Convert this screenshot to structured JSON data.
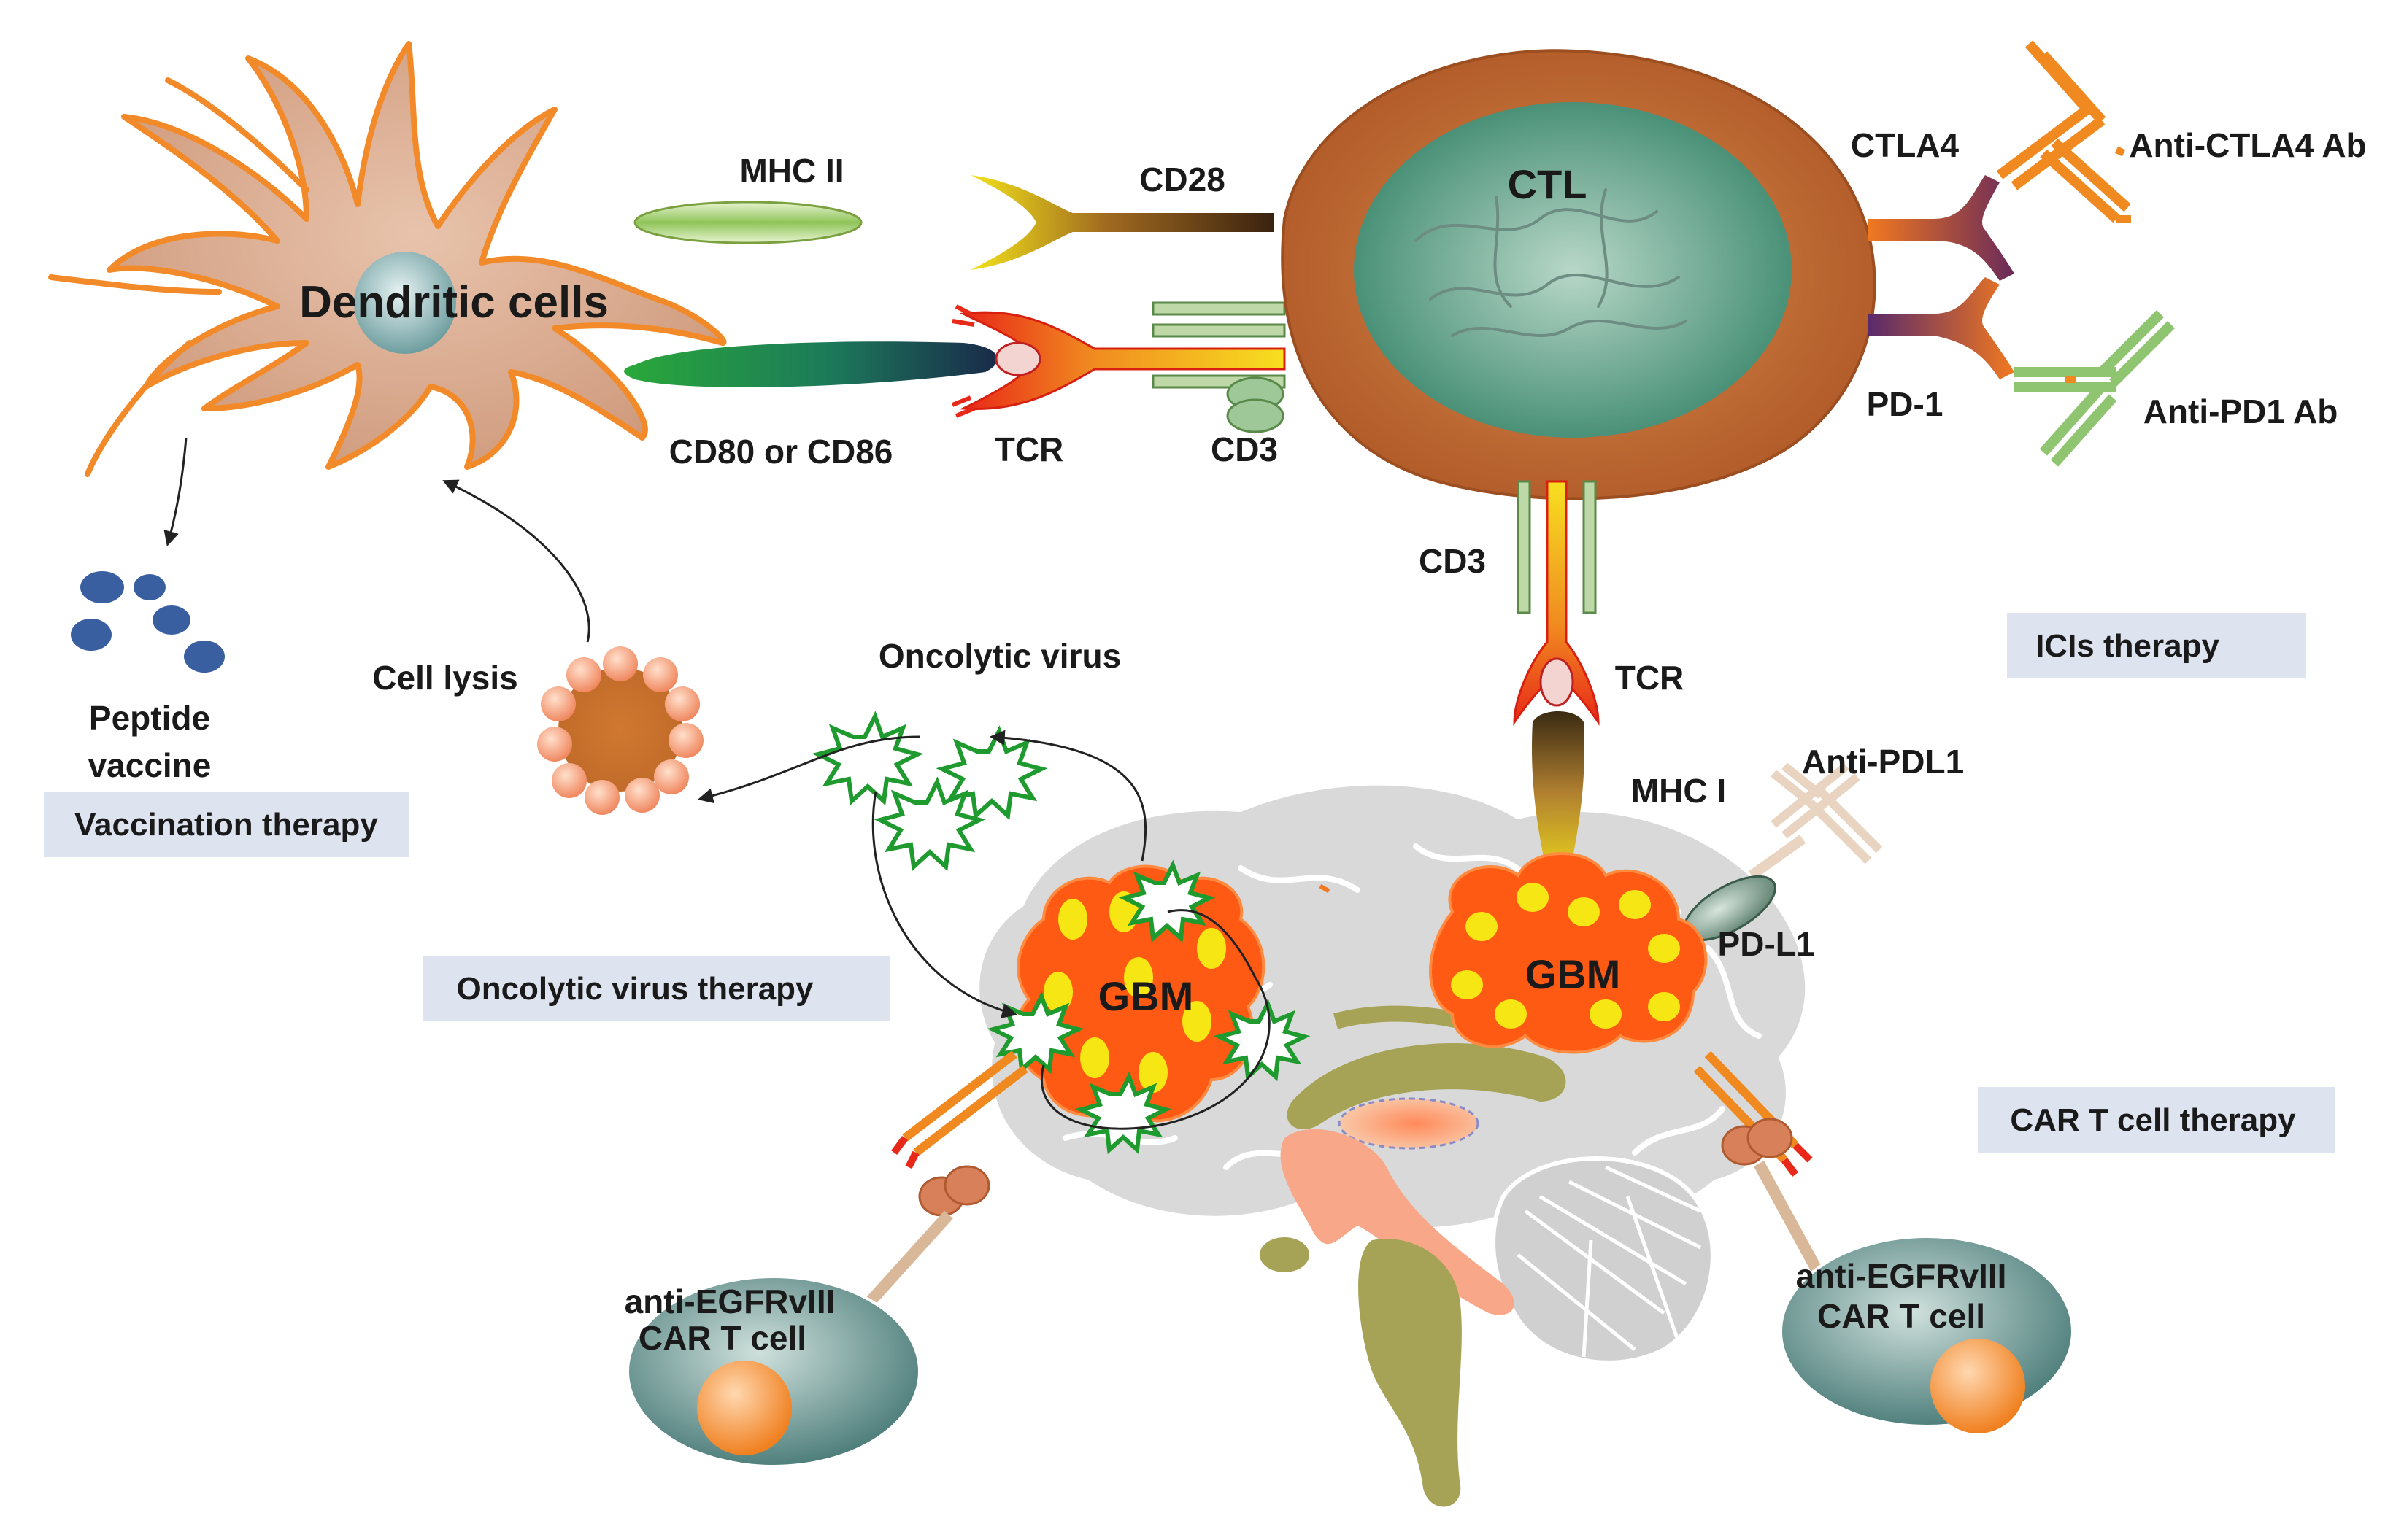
{
  "labels": {
    "dendritic_cells": "Dendritic cells",
    "mhc2": "MHC II",
    "cd28": "CD28",
    "cd80_cd86": "CD80 or CD86",
    "tcr_top": "TCR",
    "cd3_top": "CD3",
    "ctl": "CTL",
    "ctla4": "CTLA4",
    "anti_ctla4": "Anti-CTLA4 Ab",
    "pd1": "PD-1",
    "anti_pd1": "Anti-PD1 Ab",
    "cd3_side": "CD3",
    "tcr_side": "TCR",
    "mhc1": "MHC I",
    "anti_pdl1": "Anti-PDL1",
    "pdl1": "PD-L1",
    "peptide": "Peptide",
    "vaccine": "vaccine",
    "cell_lysis": "Cell lysis",
    "oncolytic_virus": "Oncolytic virus",
    "gbm_left": "GBM",
    "gbm_right": "GBM",
    "car_left_1": "anti-EGFRvIII",
    "car_left_2": "CAR T cell",
    "car_right_1": "anti-EGFRvIII",
    "car_right_2": "CAR T cell"
  },
  "therapies": {
    "vaccination": "Vaccination therapy",
    "oncolytic": "Oncolytic virus therapy",
    "icis": "ICIs therapy",
    "car_t": "CAR T cell therapy"
  },
  "colors": {
    "dendritic_body": "#d9a98c",
    "dendritic_outline": "#f28a2a",
    "ctl_body": "#c8703a",
    "ctl_nucleus": "#5f9c85",
    "gbm": "#ff5a14",
    "gbm_spot": "#f5e614",
    "virus": "#1e9a2e",
    "car_cell": "#5c8c88",
    "brain": "#d8d8d8",
    "therapy_box": "#dde3ef"
  }
}
